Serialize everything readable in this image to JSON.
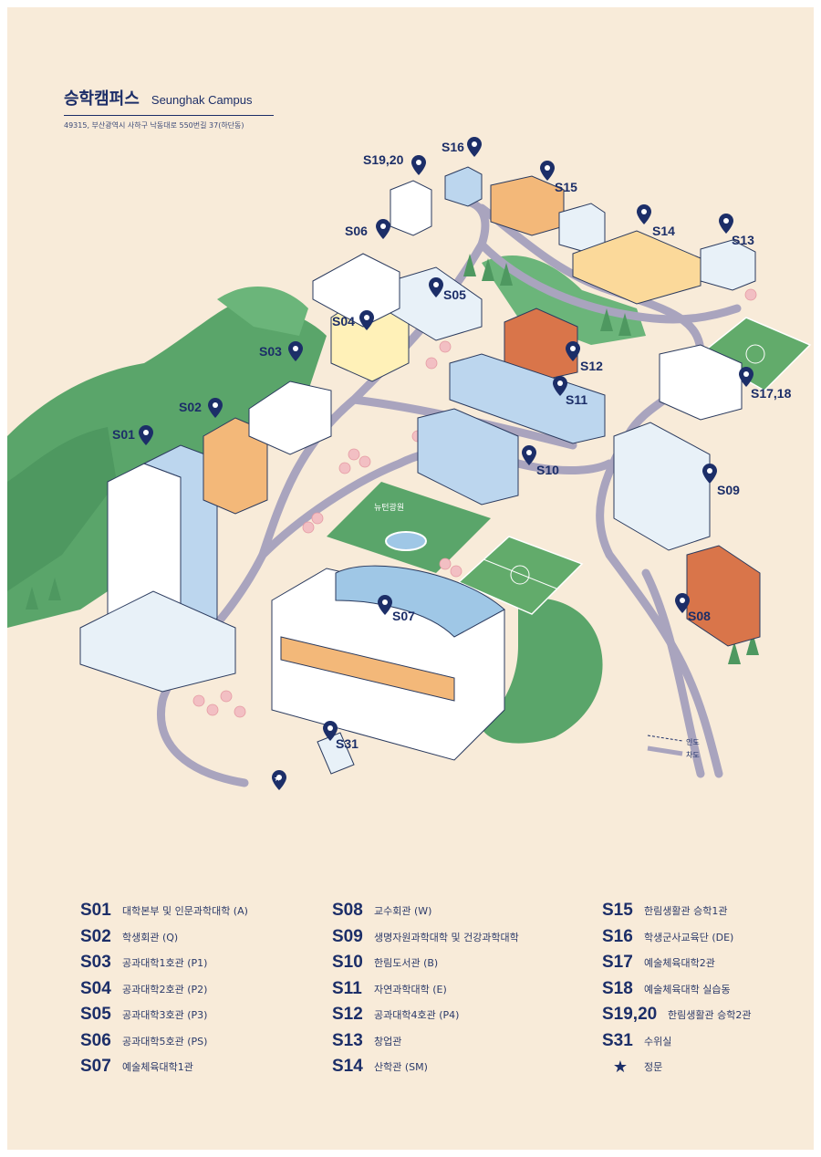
{
  "header": {
    "title_ko": "승학캠퍼스",
    "title_en": "Seunghak Campus",
    "address": "49315, 부산광역시 사하구 낙동대로 550번길 37(하단동)"
  },
  "map_labels": {
    "s01": "S01",
    "s02": "S02",
    "s03": "S03",
    "s04": "S04",
    "s05": "S05",
    "s06": "S06",
    "s07": "S07",
    "s08": "S08",
    "s09": "S09",
    "s10": "S10",
    "s11": "S11",
    "s12": "S12",
    "s13": "S13",
    "s14": "S14",
    "s15": "S15",
    "s16": "S16",
    "s1718": "S17,18",
    "s1920": "S19,20",
    "s31": "S31",
    "park": "뉴턴광원",
    "walkway": "인도",
    "roadway": "차도"
  },
  "colors": {
    "navy": "#1c2e68",
    "background": "#f8ebd9",
    "forest": "#5aa56a",
    "lawn": "#62ab6b",
    "road": "#a9a4be",
    "building_blue": "#bcd6ee",
    "building_orange": "#f3b879",
    "brick": "#d9754a",
    "blossom": "#f2bfc3"
  },
  "legend": {
    "col1": [
      {
        "code": "S01",
        "name": "대학본부 및 인문과학대학 (A)"
      },
      {
        "code": "S02",
        "name": "학생회관 (Q)"
      },
      {
        "code": "S03",
        "name": "공과대학1호관 (P1)"
      },
      {
        "code": "S04",
        "name": "공과대학2호관 (P2)"
      },
      {
        "code": "S05",
        "name": "공과대학3호관 (P3)"
      },
      {
        "code": "S06",
        "name": "공과대학5호관 (PS)"
      },
      {
        "code": "S07",
        "name": "예술체육대학1관"
      }
    ],
    "col2": [
      {
        "code": "S08",
        "name": "교수회관 (W)"
      },
      {
        "code": "S09",
        "name": "생명자원과학대학 및 건강과학대학"
      },
      {
        "code": "S10",
        "name": "한림도서관 (B)"
      },
      {
        "code": "S11",
        "name": "자연과학대학 (E)"
      },
      {
        "code": "S12",
        "name": "공과대학4호관 (P4)"
      },
      {
        "code": "S13",
        "name": "창업관"
      },
      {
        "code": "S14",
        "name": "산학관 (SM)"
      }
    ],
    "col3": [
      {
        "code": "S15",
        "name": "한림생활관 승학1관"
      },
      {
        "code": "S16",
        "name": "학생군사교육단 (DE)"
      },
      {
        "code": "S17",
        "name": "예술체육대학2관"
      },
      {
        "code": "S18",
        "name": "예술체육대학 실습동"
      },
      {
        "code": "S19,20",
        "name": "한림생활관 승학2관"
      },
      {
        "code": "S31",
        "name": "수위실"
      }
    ],
    "gate": {
      "icon": "star-icon",
      "name": "정문"
    }
  }
}
